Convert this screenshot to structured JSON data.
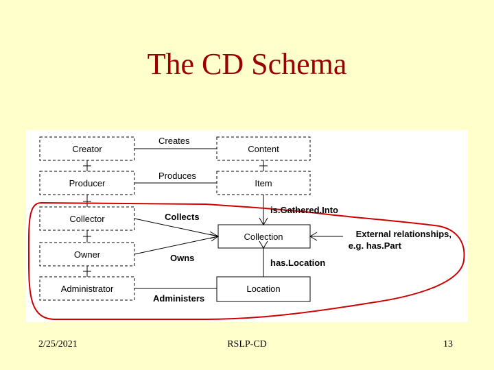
{
  "slide": {
    "title": "The CD Schema",
    "footer_date": "2/25/2021",
    "footer_center": "RSLP-CD",
    "page_number": "13"
  },
  "diagram": {
    "entities": {
      "creator": "Creator",
      "producer": "Producer",
      "collector": "Collector",
      "owner": "Owner",
      "administrator": "Administrator",
      "content": "Content",
      "item": "Item",
      "collection": "Collection",
      "location": "Location"
    },
    "relationships": {
      "creates": "Creates",
      "produces": "Produces",
      "collects": "Collects",
      "owns": "Owns",
      "administers": "Administers",
      "is_gathered_into": "is.Gathered.Into",
      "has_location": "has.Location"
    },
    "note": {
      "line1": "External relationships,",
      "line2": "e.g. has.Part"
    },
    "colors": {
      "box_border": "#000000",
      "highlight_outline": "#cc0000",
      "title": "#990000",
      "background": "#ffffcc"
    }
  }
}
